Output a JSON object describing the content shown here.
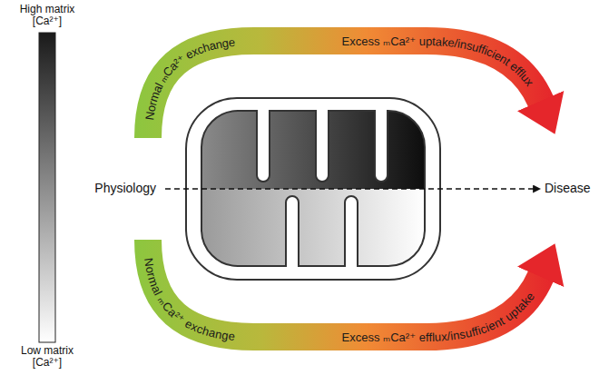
{
  "diagram": {
    "labels": [
      "High matrix [Ca²⁺]",
      "Normal ₘCa²⁺ exchange",
      "Excess ₘCa²⁺ uptake/insufficient efflux",
      "Physiology",
      "Disease",
      "Normal ₘCa²⁺ exchange",
      "Excess ₘCa²⁺ efflux/insufficient uptake",
      "Low matrix [Ca²⁺]"
    ]
  }
}
